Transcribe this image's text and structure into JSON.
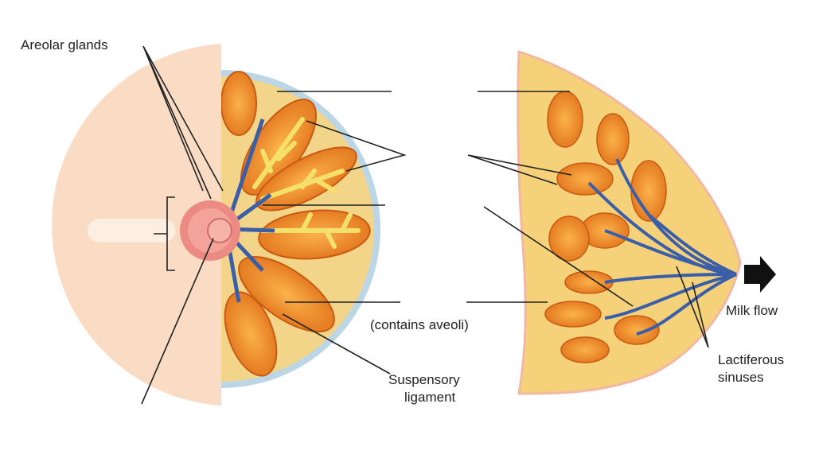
{
  "labels": {
    "areolar_glands": "Areolar glands",
    "contains_alveoli": "(contains aveoli)",
    "suspensory_ligament_1": "Suspensory",
    "suspensory_ligament_2": "ligament",
    "milk_flow": "Milk flow",
    "lactiferous_sinuses_1": "Lactiferous",
    "lactiferous_sinuses_2": "sinuses"
  },
  "colors": {
    "skin": "#f9dcc3",
    "fat": "#f5d27a",
    "lobule": "#ef8a1f",
    "duct": "#3a5ea8",
    "areola": "#ec8a84",
    "line": "#222222"
  }
}
